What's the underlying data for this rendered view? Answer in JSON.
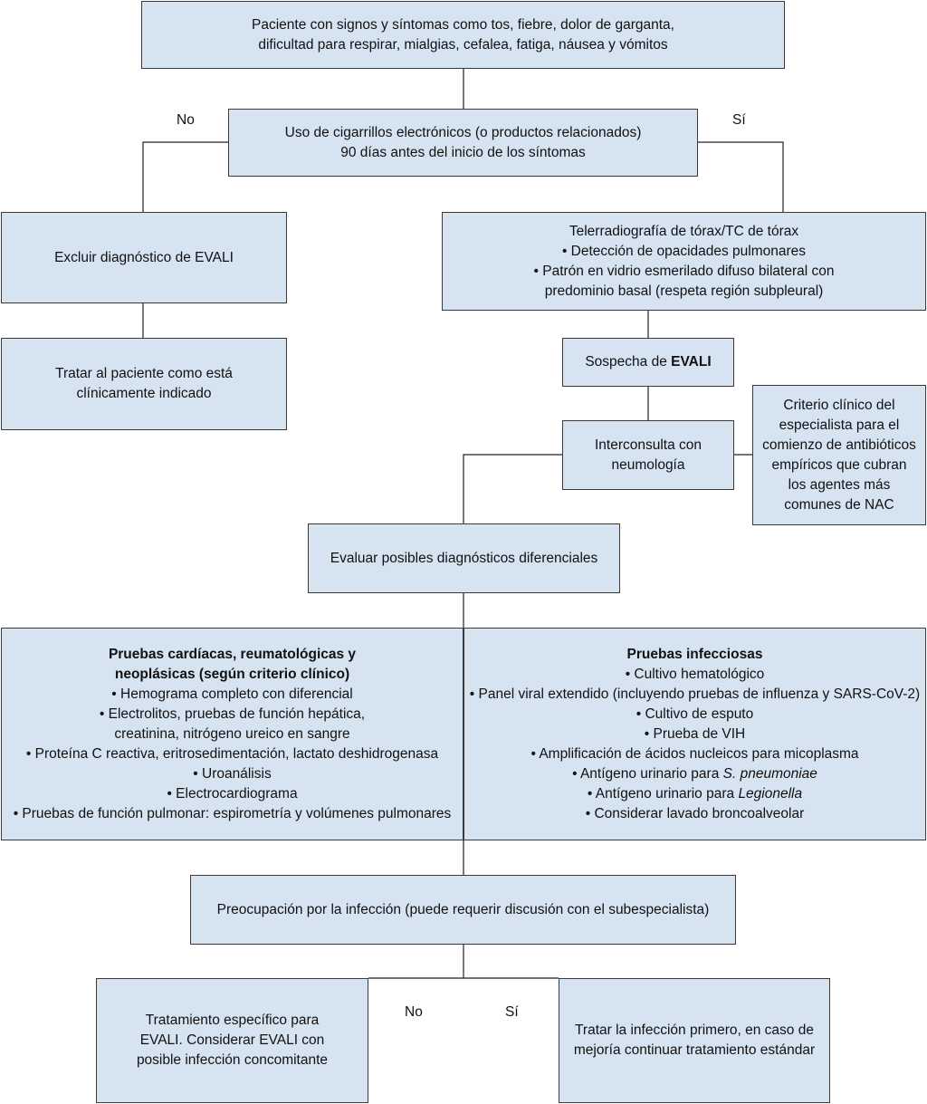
{
  "start": {
    "line1": "Paciente con signos y síntomas como tos, fiebre, dolor de garganta,",
    "line2": "dificultad para respirar, mialgias, cefalea, fatiga, náusea y vómitos"
  },
  "ecig": {
    "line1": "Uso de cigarrillos electrónicos (o productos relacionados)",
    "line2": "90 días antes del inicio de los síntomas",
    "no_label": "No",
    "yes_label": "Sí"
  },
  "exclude": {
    "text": "Excluir diagnóstico de EVALI"
  },
  "treat_clinical": {
    "line1": "Tratar al paciente como está",
    "line2": "clínicamente indicado"
  },
  "imaging": {
    "line1": "Telerradiografía de tórax/TC de tórax",
    "line2": "• Detección de opacidades pulmonares",
    "line3": "• Patrón en vidrio esmerilado difuso bilateral con",
    "line4": "predominio basal (respeta región subpleural)"
  },
  "suspect": {
    "prefix": "Sospecha de ",
    "bold": "EVALI"
  },
  "consult": {
    "line1": "Interconsulta con",
    "line2": "neumología"
  },
  "criterion": {
    "line1": "Criterio clínico del",
    "line2": "especialista para el",
    "line3": "comienzo de antibióticos",
    "line4": "empíricos que cubran",
    "line5": "los agentes más",
    "line6": "comunes de NAC"
  },
  "differential": {
    "text": "Evaluar posibles diagnósticos diferenciales"
  },
  "cardiac": {
    "title1": "Pruebas cardíacas, reumatológicas y",
    "title2": "neoplásicas (según criterio clínico)",
    "items": [
      "• Hemograma completo con diferencial",
      "• Electrolitos, pruebas de función hepática,",
      "creatinina, nitrógeno ureico en sangre",
      "• Proteína C reactiva, eritrosedimentación, lactato deshidrogenasa",
      "• Uroanálisis",
      "• Electrocardiograma",
      "• Pruebas de función pulmonar: espirometría y volúmenes pulmonares"
    ]
  },
  "infectious": {
    "title": "Pruebas infecciosas",
    "items": [
      "• Cultivo hematológico",
      "• Panel viral extendido (incluyendo pruebas de influenza y SARS-CoV-2)",
      "• Cultivo de esputo",
      "• Prueba de VIH",
      "• Amplificación de ácidos nucleicos para micoplasma"
    ],
    "item6_prefix": "• Antígeno urinario para ",
    "item6_italic": "S. pneumoniae",
    "item7_prefix": "• Antígeno urinario para ",
    "item7_italic": "Legionella",
    "item8": "• Considerar lavado broncoalveolar"
  },
  "concern": {
    "text": "Preocupación por la infección (puede requerir discusión con el subespecialista)"
  },
  "concern_no_label": "No",
  "concern_yes_label": "Sí",
  "specific": {
    "line1": "Tratamiento específico para",
    "line2": "EVALI. Considerar EVALI con",
    "line3": "posible infección concomitante"
  },
  "treat_infection": {
    "line1": "Tratar la infección primero, en caso de",
    "line2": "mejoría continuar tratamiento estándar"
  }
}
